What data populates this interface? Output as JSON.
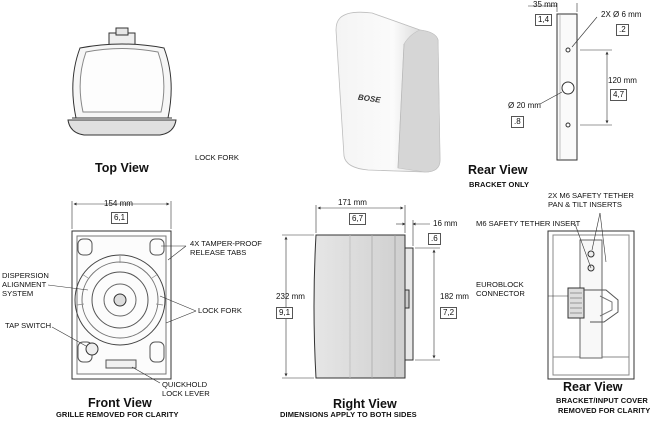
{
  "views": {
    "top": {
      "title": "Top View"
    },
    "rear_bracket": {
      "title": "Rear View",
      "subtitle": "BRACKET ONLY"
    },
    "front": {
      "title": "Front View",
      "subtitle": "GRILLE REMOVED FOR CLARITY"
    },
    "right": {
      "title": "Right View",
      "subtitle": "DIMENSIONS APPLY TO BOTH SIDES"
    },
    "rear_cover": {
      "title": "Rear View",
      "subtitle_line1": "BRACKET/INPUT COVER",
      "subtitle_line2": "REMOVED FOR CLARITY"
    }
  },
  "callouts": {
    "lock_fork_top": "LOCK FORK",
    "tamper_line1": "4X TAMPER-PROOF",
    "tamper_line2": "RELEASE TABS",
    "dispersion_line1": "DISPERSION",
    "dispersion_line2": "ALIGNMENT",
    "dispersion_line3": "SYSTEM",
    "tap_switch": "TAP SWITCH",
    "lock_fork_front": "LOCK FORK",
    "quickhold_line1": "QUICKHOLD",
    "quickhold_line2": "LOCK LEVER",
    "tether_line1": "2X M6 SAFETY TETHER",
    "tether_line2": "PAN & TILT INSERTS",
    "tether_insert": "M6 SAFETY TETHER INSERT",
    "euroblock_line1": "EUROBLOCK",
    "euroblock_line2": "CONNECTOR"
  },
  "dimensions": {
    "bracket_width_mm": "35 mm",
    "bracket_width_in": "1,4",
    "hole_dia_mm": "2X Ø 6 mm",
    "hole_dia_in": ".2",
    "hole_spacing_mm": "120 mm",
    "hole_spacing_in": "4,7",
    "big_hole_mm": "Ø 20 mm",
    "big_hole_in": ".8",
    "front_width_mm": "154 mm",
    "front_width_in": "6,1",
    "side_depth_mm": "171 mm",
    "side_depth_in": "6,7",
    "bracket_depth_mm": "16 mm",
    "bracket_depth_in": ".6",
    "height_mm": "232 mm",
    "height_in": "9,1",
    "bracket_height_mm": "182 mm",
    "bracket_height_in": "7,2"
  },
  "logo": "BOSE"
}
